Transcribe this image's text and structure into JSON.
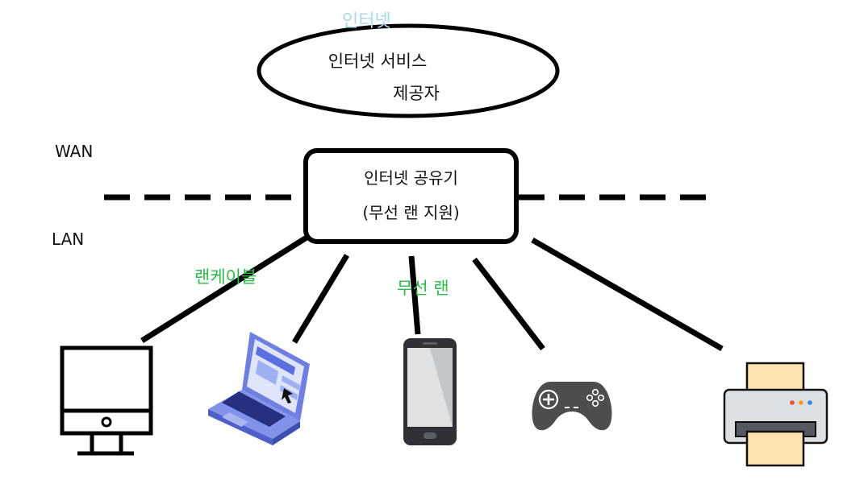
{
  "top_label": "인터넷",
  "isp": {
    "line1": "인터넷 서비스",
    "line2": "제공자"
  },
  "router": {
    "line1": "인터넷 공유기",
    "line2": "(무선 랜 지원)"
  },
  "zones": {
    "wan": "WAN",
    "lan": "LAN"
  },
  "links": {
    "cable": "랜케이블",
    "wireless": "무선 랜"
  },
  "colors": {
    "stroke": "#000000",
    "top_label": "#a9dbe8",
    "link_label": "#2db84a"
  },
  "devices": [
    {
      "name": "desktop-monitor",
      "icon": "monitor-icon"
    },
    {
      "name": "laptop",
      "icon": "laptop-icon"
    },
    {
      "name": "smartphone",
      "icon": "smartphone-icon"
    },
    {
      "name": "game-controller",
      "icon": "gamepad-icon"
    },
    {
      "name": "printer",
      "icon": "printer-icon"
    }
  ]
}
